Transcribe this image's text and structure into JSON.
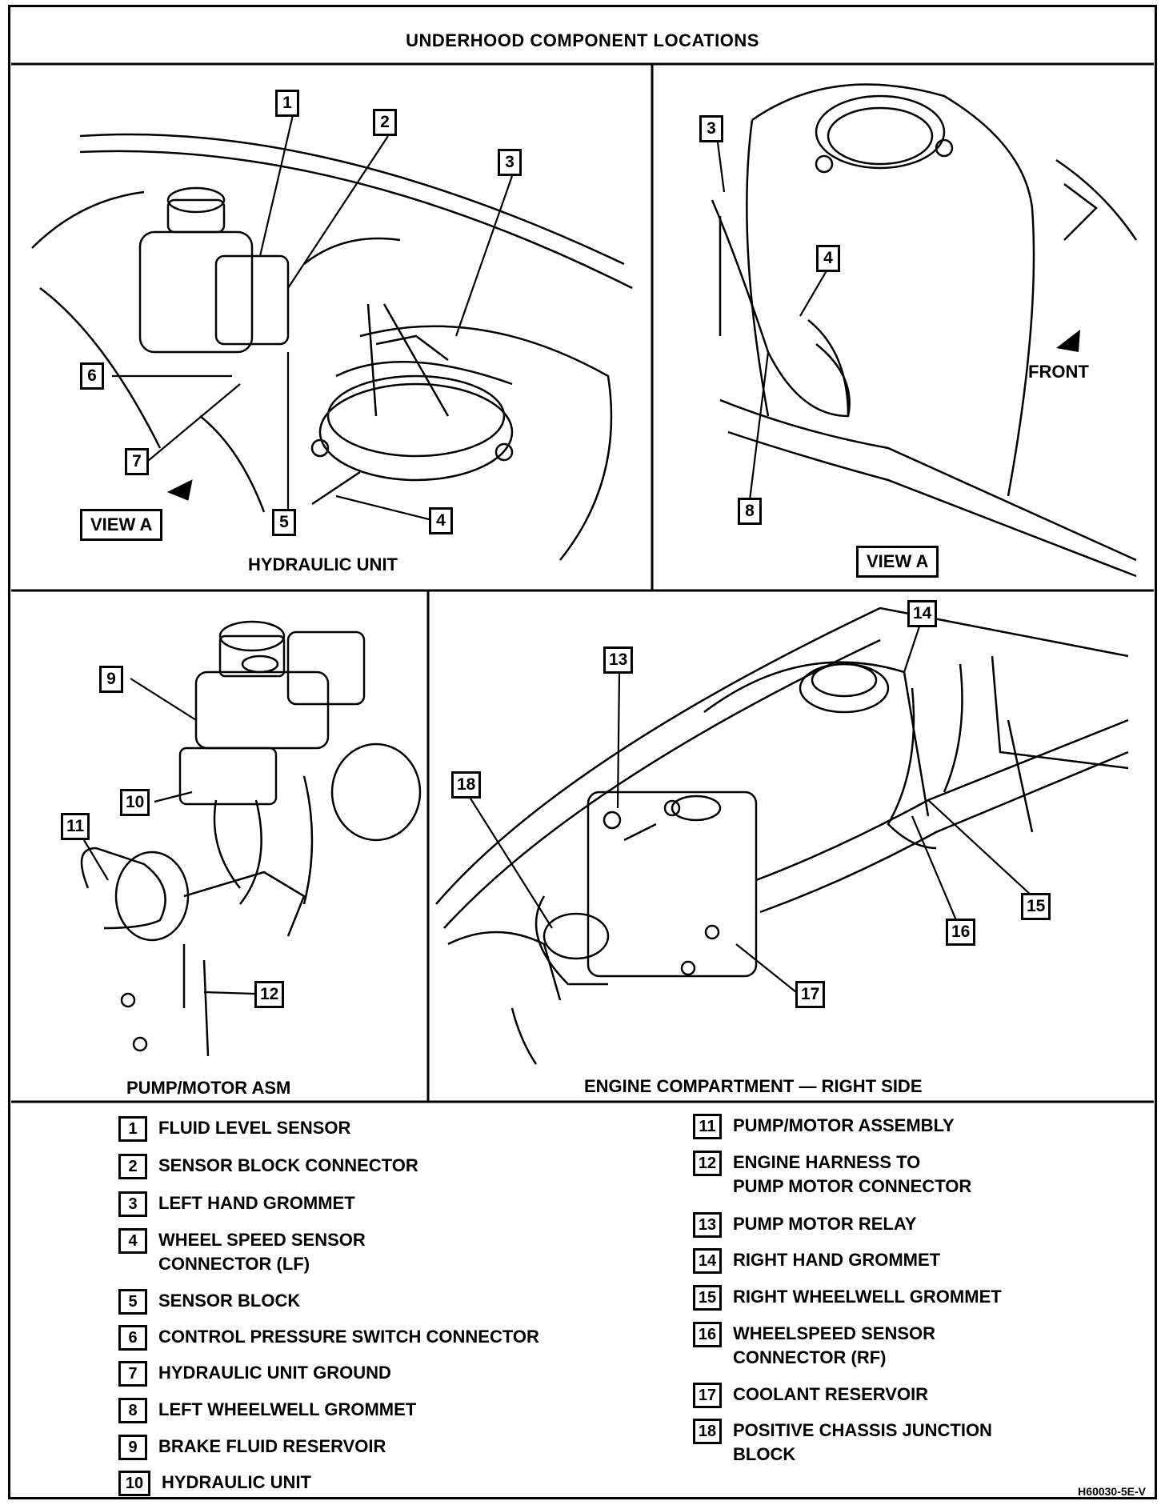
{
  "title": "UNDERHOOD COMPONENT LOCATIONS",
  "panels": {
    "hydraulic_unit": "HYDRAULIC UNIT",
    "view_a_panel": "VIEW A",
    "pump_motor": "PUMP/MOTOR ASM",
    "engine_right": "ENGINE COMPARTMENT — RIGHT SIDE"
  },
  "view_a_tag": "VIEW A",
  "front_label": "FRONT",
  "callouts": [
    "1",
    "2",
    "3",
    "4",
    "5",
    "6",
    "7",
    "8",
    "9",
    "10",
    "11",
    "12",
    "13",
    "14",
    "15",
    "16",
    "17",
    "18"
  ],
  "legend_left": [
    {
      "num": "1",
      "text": "FLUID LEVEL SENSOR"
    },
    {
      "num": "2",
      "text": "SENSOR BLOCK CONNECTOR"
    },
    {
      "num": "3",
      "text": "LEFT HAND GROMMET"
    },
    {
      "num": "4",
      "text": "WHEEL SPEED SENSOR\nCONNECTOR (LF)"
    },
    {
      "num": "5",
      "text": "SENSOR BLOCK"
    },
    {
      "num": "6",
      "text": "CONTROL PRESSURE SWITCH CONNECTOR"
    },
    {
      "num": "7",
      "text": "HYDRAULIC UNIT GROUND"
    },
    {
      "num": "8",
      "text": "LEFT WHEELWELL GROMMET"
    },
    {
      "num": "9",
      "text": "BRAKE FLUID RESERVOIR"
    },
    {
      "num": "10",
      "text": "HYDRAULIC UNIT"
    }
  ],
  "legend_right": [
    {
      "num": "11",
      "text": "PUMP/MOTOR ASSEMBLY"
    },
    {
      "num": "12",
      "text": "ENGINE HARNESS TO\nPUMP MOTOR CONNECTOR"
    },
    {
      "num": "13",
      "text": "PUMP MOTOR RELAY"
    },
    {
      "num": "14",
      "text": "RIGHT HAND GROMMET"
    },
    {
      "num": "15",
      "text": "RIGHT WHEELWELL GROMMET"
    },
    {
      "num": "16",
      "text": "WHEELSPEED SENSOR\nCONNECTOR (RF)"
    },
    {
      "num": "17",
      "text": "COOLANT RESERVOIR"
    },
    {
      "num": "18",
      "text": "POSITIVE CHASSIS JUNCTION\nBLOCK"
    }
  ],
  "figure_id": "H60030-5E-V"
}
